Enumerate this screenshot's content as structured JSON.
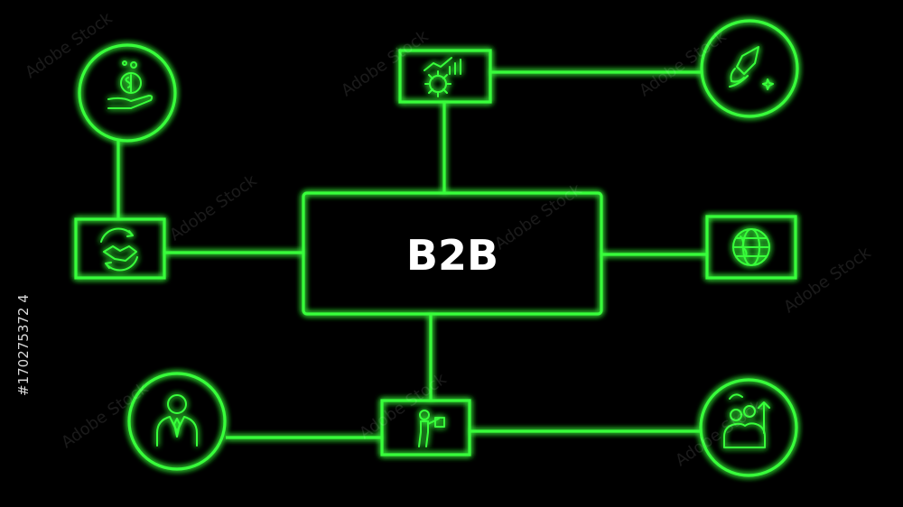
{
  "center": {
    "label": "B2B"
  },
  "nodes": [
    {
      "id": "money-hand",
      "shape": "circle",
      "icon": "money-hand-icon"
    },
    {
      "id": "gear-growth",
      "shape": "rect",
      "icon": "gear-growth-chart-icon"
    },
    {
      "id": "rocket-launch",
      "shape": "circle",
      "icon": "rocket-launch-icon"
    },
    {
      "id": "handshake-cycle",
      "shape": "rect",
      "icon": "handshake-cycle-icon"
    },
    {
      "id": "globe",
      "shape": "rect",
      "icon": "globe-icon"
    },
    {
      "id": "businessman",
      "shape": "circle",
      "icon": "businessman-icon"
    },
    {
      "id": "presenter",
      "shape": "rect",
      "icon": "presenter-icon"
    },
    {
      "id": "team-growth",
      "shape": "circle",
      "icon": "team-growth-icon"
    }
  ],
  "watermark": {
    "text": "Adobe Stock",
    "id_text": "#170275372 4"
  },
  "colors": {
    "neon": "#39ff3a",
    "glow": "#1aff22",
    "background": "#000000",
    "text": "#ffffff"
  }
}
